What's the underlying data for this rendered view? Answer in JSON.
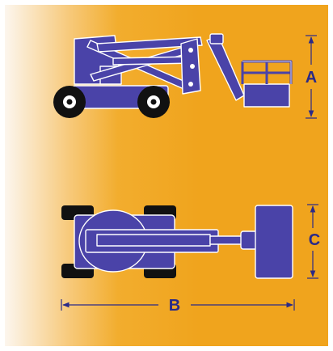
{
  "dimensions": {
    "height_label": "A",
    "length_label": "B",
    "width_label": "C"
  },
  "colors": {
    "machine_fill": "#4a43a8",
    "machine_stroke": "#ffffff",
    "wheel": "#111111",
    "dimension_lines": "#2a2a88"
  }
}
